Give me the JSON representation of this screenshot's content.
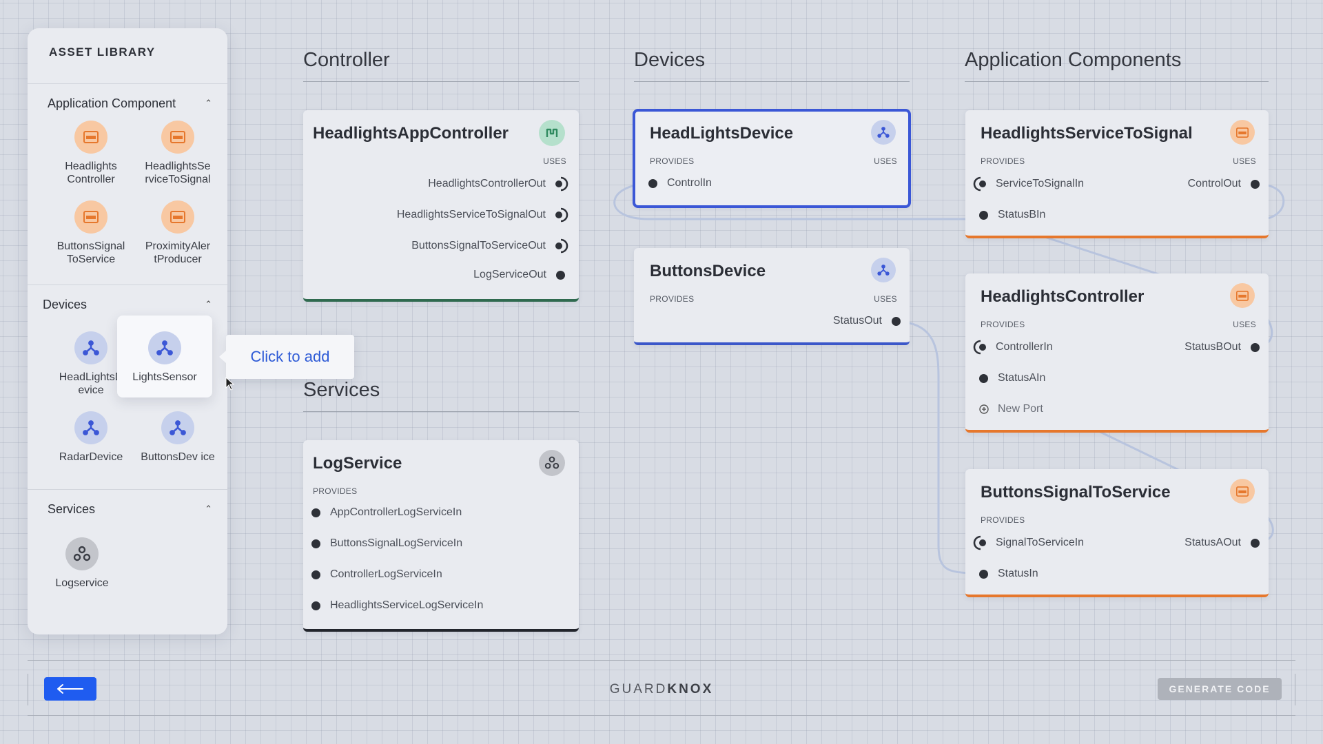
{
  "library": {
    "title": "ASSET LIBRARY",
    "sections": {
      "app": {
        "label": "Application Component",
        "items": [
          "Headlights Controller",
          "HeadlightsSe rviceToSignal",
          "ButtonsSignal ToService",
          "ProximityAler tProducer"
        ]
      },
      "devices": {
        "label": "Devices",
        "items": [
          "HeadLightsD evice",
          "LightsSensor",
          "RadarDevice",
          "ButtonsDev ice"
        ]
      },
      "services": {
        "label": "Services",
        "items": [
          "Logservice"
        ]
      }
    }
  },
  "tooltip": "Click to add",
  "columns": {
    "controller": "Controller",
    "devices": "Devices",
    "app_components": "Application Components",
    "services": "Services"
  },
  "captions": {
    "provides": "PROVIDES",
    "uses": "USES"
  },
  "cards": {
    "headlights_app_controller": {
      "title": "HeadlightsAppController",
      "uses": [
        "HeadlightsControllerOut",
        "HeadlightsServiceToSignalOut",
        "ButtonsSignalToServiceOut",
        "LogServiceOut"
      ]
    },
    "headlights_device": {
      "title": "HeadLightsDevice",
      "provides": [
        "ControlIn"
      ]
    },
    "buttons_device": {
      "title": "ButtonsDevice",
      "uses": [
        "StatusOut"
      ]
    },
    "log_service": {
      "title": "LogService",
      "provides": [
        "AppControllerLogServiceIn",
        "ButtonsSignalLogServiceIn",
        "ControllerLogServiceIn",
        "HeadlightsServiceLogServiceIn"
      ]
    },
    "headlights_service_to_signal": {
      "title": "HeadlightsServiceToSignal",
      "provides": [
        "ServiceToSignalIn",
        "StatusBIn"
      ],
      "uses": [
        "ControlOut"
      ]
    },
    "headlights_controller": {
      "title": "HeadlightsController",
      "provides": [
        "ControllerIn",
        "StatusAIn"
      ],
      "uses": [
        "StatusBOut"
      ],
      "new_port": "New Port"
    },
    "buttons_signal_to_service": {
      "title": "ButtonsSignalToService",
      "provides": [
        "SignalToServiceIn",
        "StatusIn"
      ],
      "uses": [
        "StatusAOut"
      ]
    }
  },
  "footer": {
    "brand_light": "GUARD",
    "brand_bold": "KNOX",
    "generate": "GENERATE CODE"
  },
  "colors": {
    "accent_blue": "#1f5cf0",
    "app_orange": "#e6772c",
    "device_blue": "#3b57c9",
    "controller_green": "#2f6a4f"
  },
  "icons": {
    "app": "app-component-icon",
    "device": "device-hub-icon",
    "service": "service-cluster-icon",
    "controller": "controller-icon",
    "back": "arrow-left-icon",
    "collapse": "chevron-up-icon",
    "add": "plus-circle-icon"
  }
}
